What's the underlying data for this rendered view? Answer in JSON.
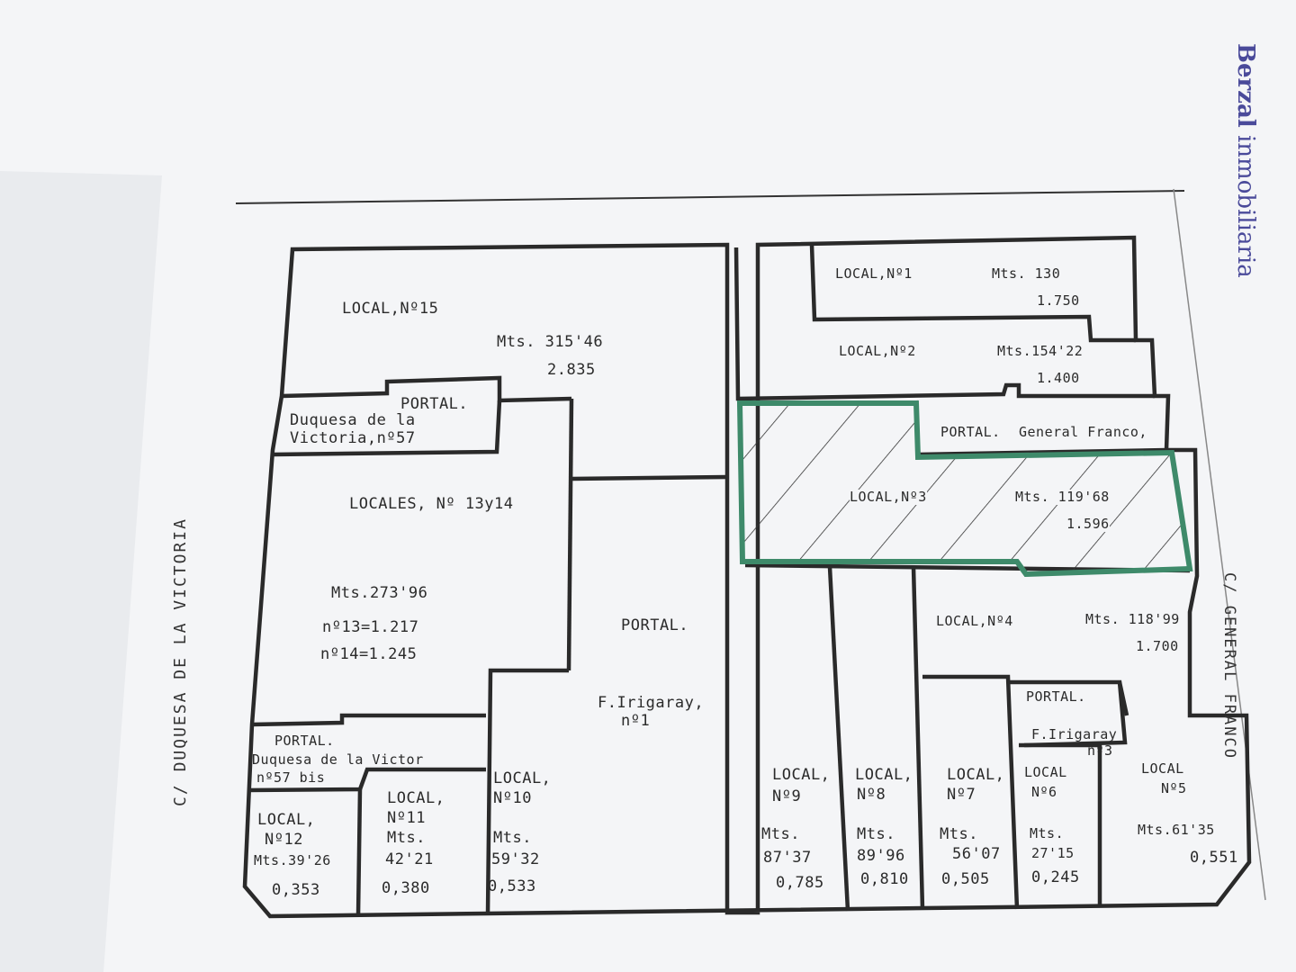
{
  "watermark": {
    "line1": "Berzal",
    "line2": "inmobiliaria"
  },
  "street_left": "C/  DUQUESA DE LA VICTORIA",
  "street_right": "C/ GENERAL FRANCO",
  "colors": {
    "paper": "#f4f5f7",
    "line": "#2a2a2a",
    "highlight": "#3e8a6a"
  },
  "units": {
    "local15": {
      "name": "LOCAL,Nº15",
      "area": "Mts. 315'46",
      "coef": "2.835"
    },
    "portal_duquesa57": {
      "title": "PORTAL.",
      "l1": "Duquesa de la",
      "l2": "Victoria,nº57"
    },
    "local1": {
      "name": "LOCAL,Nº1",
      "area": "Mts. 130",
      "coef": "1.750"
    },
    "local2": {
      "name": "LOCAL,Nº2",
      "area": "Mts.154'22",
      "coef": "1.400"
    },
    "portal_franco": {
      "title": "PORTAL.",
      "l1": "General Franco,"
    },
    "local3": {
      "name": "LOCAL,Nº3",
      "area": "Mts. 119'68",
      "coef": "1.596"
    },
    "locales1314": {
      "name": "LOCALES, Nº 13y14",
      "area": "Mts.273'96",
      "c13": "nº13=1.217",
      "c14": "nº14=1.245"
    },
    "portal_irigaray1": {
      "title": "PORTAL.",
      "l1": "F.Irigaray,",
      "l2": "nº1"
    },
    "local4": {
      "name": "LOCAL,Nº4",
      "area": "Mts. 118'99",
      "coef": "1.700"
    },
    "portal_irigaray3": {
      "title": "PORTAL.",
      "l1": "F.Irigaray",
      "l2": "nº3"
    },
    "portal_duquesa57bis": {
      "title": "PORTAL.",
      "l1": "Duquesa de la Victor",
      "l2": "nº57 bis"
    },
    "local12": {
      "name": "LOCAL,",
      "num": "Nº12",
      "area": "Mts.39'26",
      "coef": "0,353"
    },
    "local11": {
      "name": "LOCAL,",
      "num": "Nº11",
      "area_l": "Mts.",
      "area": "42'21",
      "coef": "0,380"
    },
    "local10": {
      "name": "LOCAL,",
      "num": "Nº10",
      "area_l": "Mts.",
      "area": "59'32",
      "coef": "0,533"
    },
    "local9": {
      "name": "LOCAL,",
      "num": "Nº9",
      "area_l": "Mts.",
      "area": "87'37",
      "coef": "0,785"
    },
    "local8": {
      "name": "LOCAL,",
      "num": "Nº8",
      "area_l": "Mts.",
      "area": "89'96",
      "coef": "0,810"
    },
    "local7": {
      "name": "LOCAL,",
      "num": "Nº7",
      "area_l": "Mts.",
      "area": "56'07",
      "coef": "0,505"
    },
    "local6": {
      "name": "LOCAL",
      "num": "Nº6",
      "area_l": "Mts.",
      "area": "27'15",
      "coef": "0,245"
    },
    "local5": {
      "name": "LOCAL",
      "num": "Nº5",
      "area": "Mts.61'35",
      "coef": "0,551"
    }
  }
}
